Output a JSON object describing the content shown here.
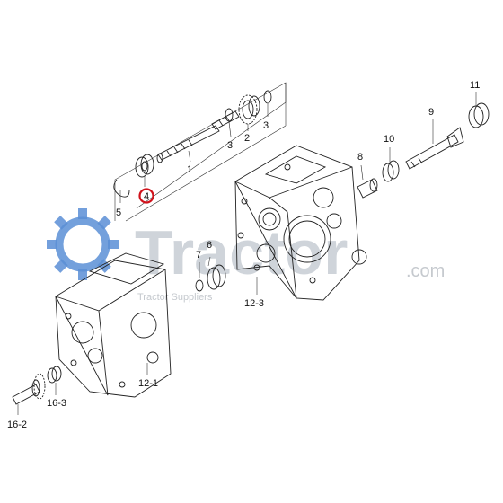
{
  "watermark": {
    "brand": "Tractor",
    "domain": ".com",
    "tagline": "Tractor Suppliers",
    "gear_color": "#5b8fd6",
    "text_color": "#cfd4da"
  },
  "highlight": {
    "label": "4",
    "ring_color": "#d0121b"
  },
  "callouts": [
    {
      "id": "1",
      "label": "1"
    },
    {
      "id": "2",
      "label": "2"
    },
    {
      "id": "3a",
      "label": "3"
    },
    {
      "id": "3b",
      "label": "3"
    },
    {
      "id": "5",
      "label": "5"
    },
    {
      "id": "6",
      "label": "6"
    },
    {
      "id": "7",
      "label": "7"
    },
    {
      "id": "8",
      "label": "8"
    },
    {
      "id": "9",
      "label": "9"
    },
    {
      "id": "10",
      "label": "10"
    },
    {
      "id": "11",
      "label": "11"
    },
    {
      "id": "12-1",
      "label": "12-1"
    },
    {
      "id": "12-3",
      "label": "12-3"
    },
    {
      "id": "16-2",
      "label": "16-2"
    },
    {
      "id": "16-3",
      "label": "16-3"
    }
  ]
}
